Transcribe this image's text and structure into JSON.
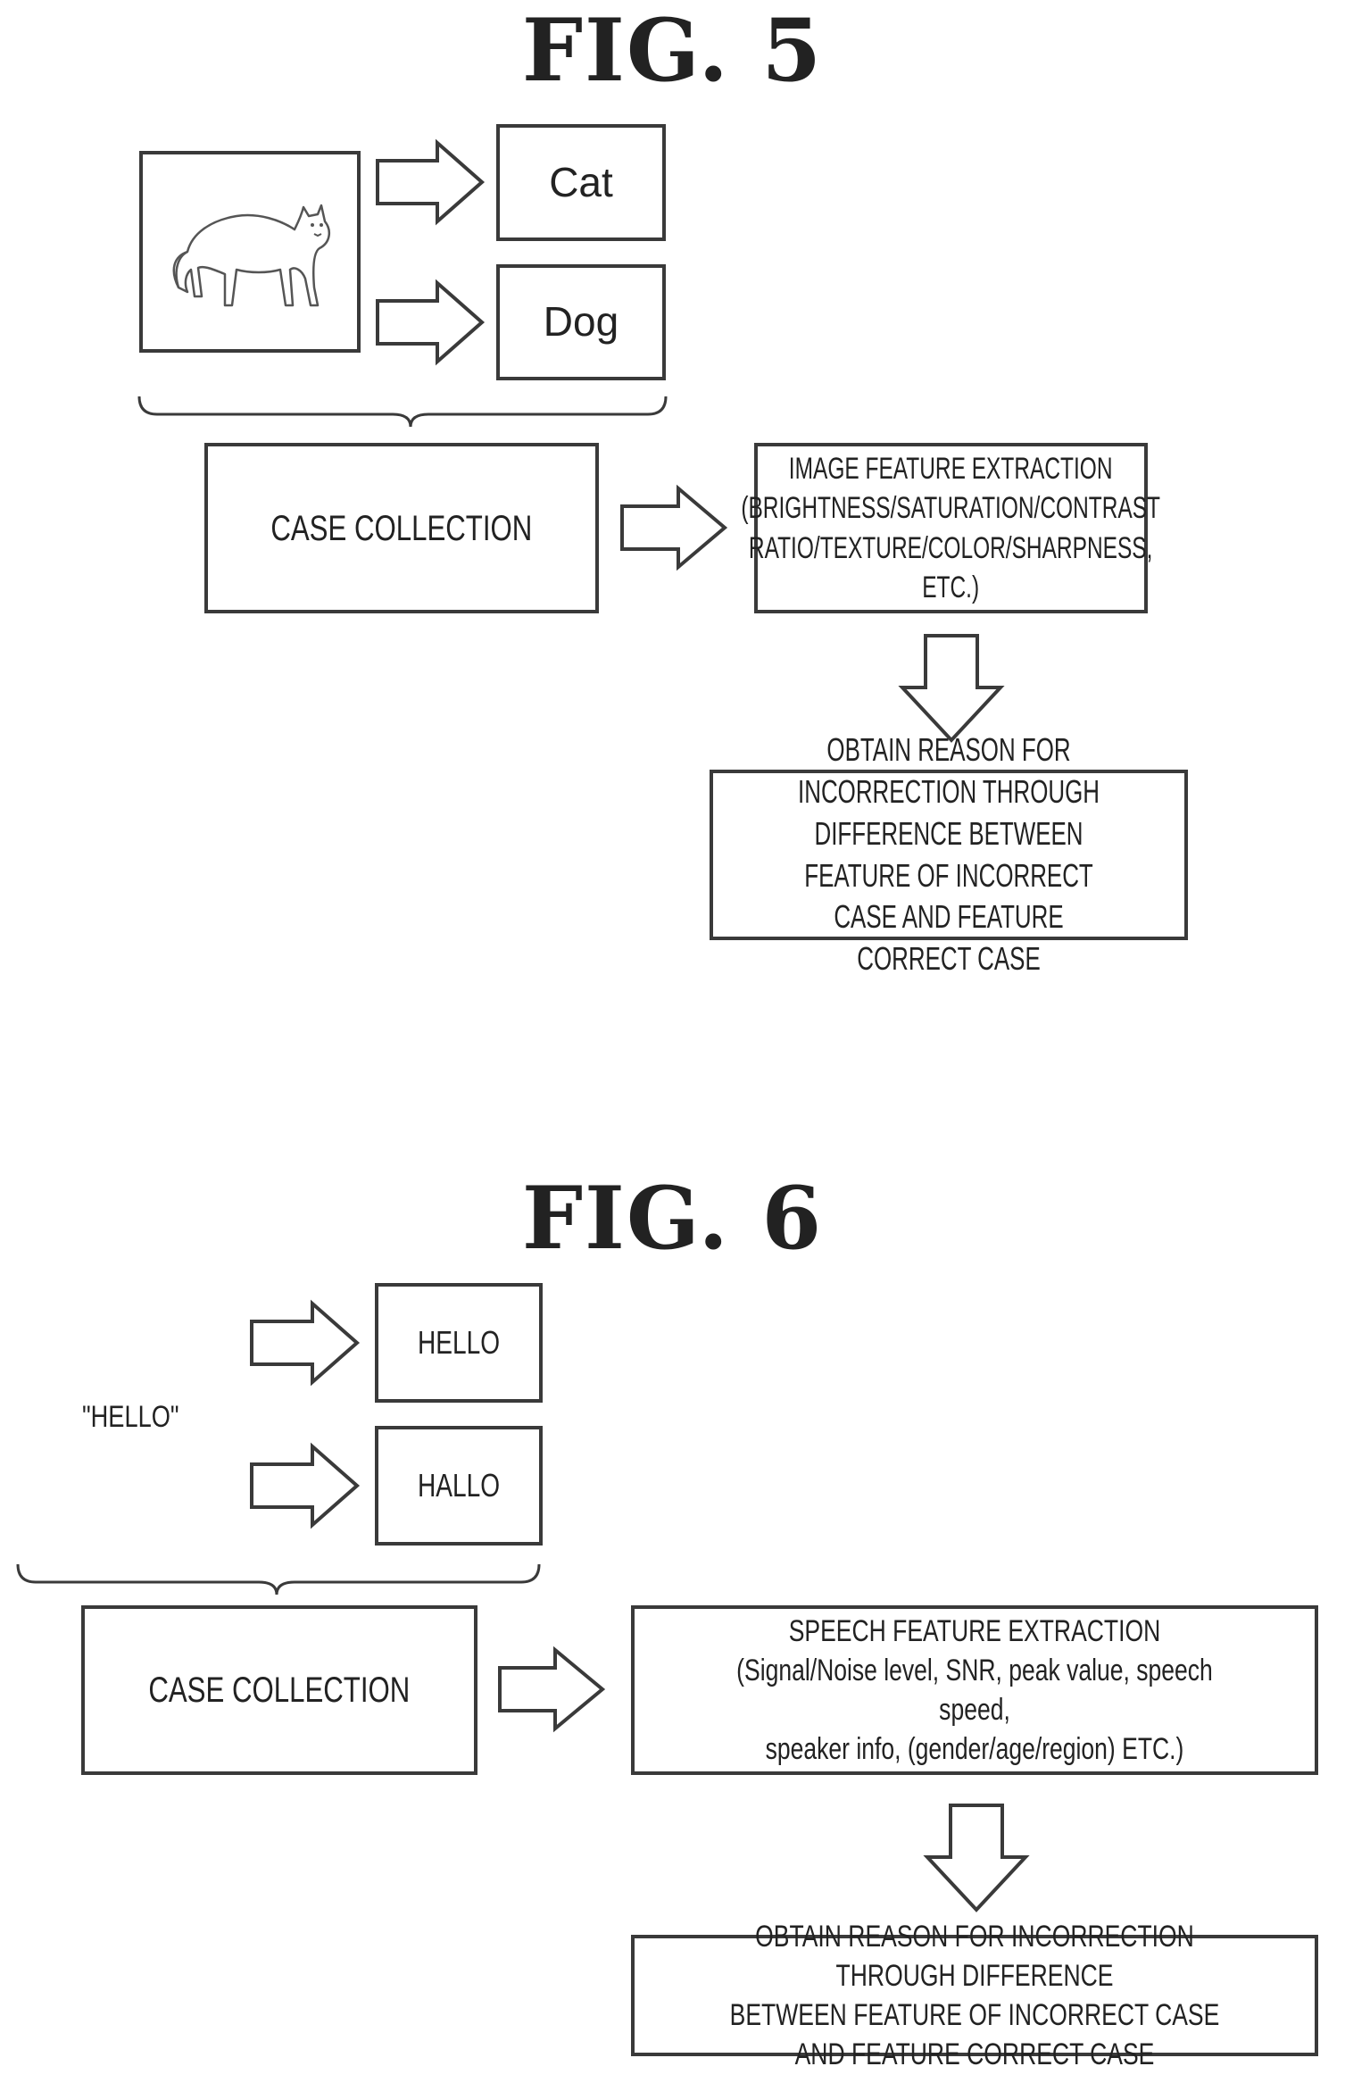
{
  "fig5": {
    "title": "FIG. 5",
    "label_cat": "Cat",
    "label_dog": "Dog",
    "case_collection": "CASE COLLECTION",
    "feature_lines": [
      "IMAGE FEATURE EXTRACTION",
      "(BRIGHTNESS/SATURATION/CONTRAST",
      "RATIO/TEXTURE/COLOR/SHARPNESS, ETC.)"
    ],
    "reason_lines": [
      "OBTAIN REASON FOR INCORRECTION THROUGH",
      "DIFFERENCE BETWEEN FEATURE OF INCORRECT",
      "CASE AND FEATURE CORRECT CASE"
    ]
  },
  "fig6": {
    "title": "FIG. 6",
    "input_text": "\"HELLO\"",
    "label_hello": "HELLO",
    "label_hallo": "HALLO",
    "case_collection": "CASE COLLECTION",
    "feature_lines": [
      "SPEECH FEATURE EXTRACTION",
      "(Signal/Noise level, SNR, peak value, speech speed,",
      "speaker info, (gender/age/region) ETC.)"
    ],
    "reason_lines": [
      "OBTAIN REASON FOR INCORRECTION THROUGH DIFFERENCE",
      "BETWEEN FEATURE OF INCORRECT CASE AND FEATURE CORRECT CASE"
    ]
  }
}
